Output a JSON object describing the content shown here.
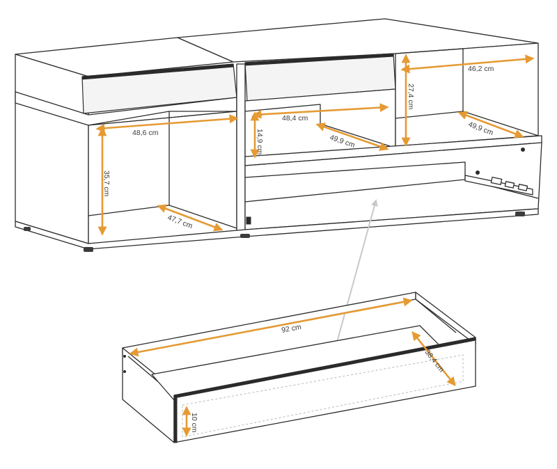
{
  "dimensions": {
    "left_width": "48,6 cm",
    "left_height": "35,7 cm",
    "left_depth": "47,7 cm",
    "middle_width": "48,4 cm",
    "middle_height": "14,9 cm",
    "middle_depth": "49,9 cm",
    "right_width": "46,2 cm",
    "right_height": "27,4 cm",
    "right_depth": "49,9 cm",
    "drawer_width": "92 cm",
    "drawer_depth": "38,4 cm",
    "drawer_height": "10 cm"
  },
  "colors": {
    "dimension_line": "#e59a33",
    "outline": "#2b2b2b",
    "pointer_arrow": "#c8c8c8"
  }
}
